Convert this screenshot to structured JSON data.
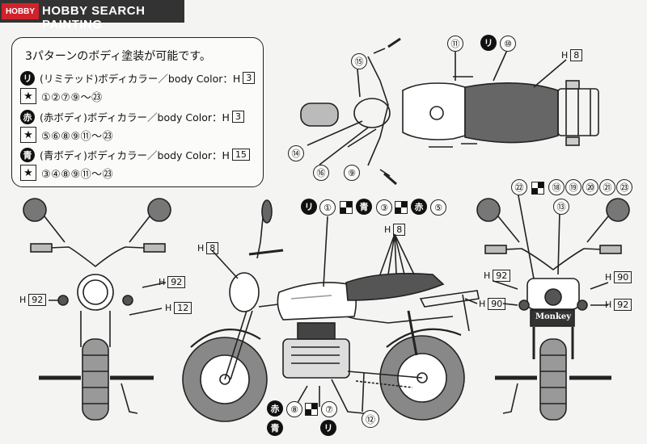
{
  "header": {
    "logo": "HOBBY",
    "title": "HOBBY SEARCH PAINTING"
  },
  "note": {
    "intro": "3パターンのボディ塗装が可能です。",
    "rows": [
      {
        "badge": "リ",
        "text": "(リミテッド)ボディカラー／body Color：H",
        "code": "3",
        "sequence": "①②⑦⑨〜㉓"
      },
      {
        "badge": "赤",
        "text": "(赤ボディ)ボディカラー／body Color：H",
        "code": "3",
        "sequence": "⑤⑥⑧⑨⑪〜㉓"
      },
      {
        "badge": "青",
        "text": "(青ボディ)ボディカラー／body Color：H",
        "code": "15",
        "sequence": "③④⑧⑨⑪〜㉓"
      }
    ],
    "star": "★"
  },
  "top_view": {
    "parts": [
      "⑪",
      "⑩",
      "⑮",
      "⑭",
      "⑯",
      "⑨"
    ],
    "badge": "リ",
    "h": "H",
    "code": "8"
  },
  "side_view": {
    "codes": {
      "seat": "8",
      "tank": "8",
      "rack": "90"
    },
    "h": "H",
    "parts_top": [
      "①",
      "③",
      "⑤"
    ],
    "badges_top": [
      "リ",
      "青",
      "赤"
    ],
    "parts_bottom": [
      "⑧",
      "⑦"
    ],
    "badges_bottom": [
      "赤",
      "青",
      "リ"
    ],
    "frame_num": "⑫"
  },
  "front_view": {
    "h": "H",
    "codes": [
      "92",
      "92",
      "12"
    ]
  },
  "rear_view": {
    "h": "H",
    "codes": [
      "92",
      "90",
      "92"
    ],
    "parts": [
      "㉒",
      "⑱",
      "⑲",
      "⑳",
      "㉑",
      "㉓",
      "⑬"
    ],
    "emblem": "Monkey"
  }
}
